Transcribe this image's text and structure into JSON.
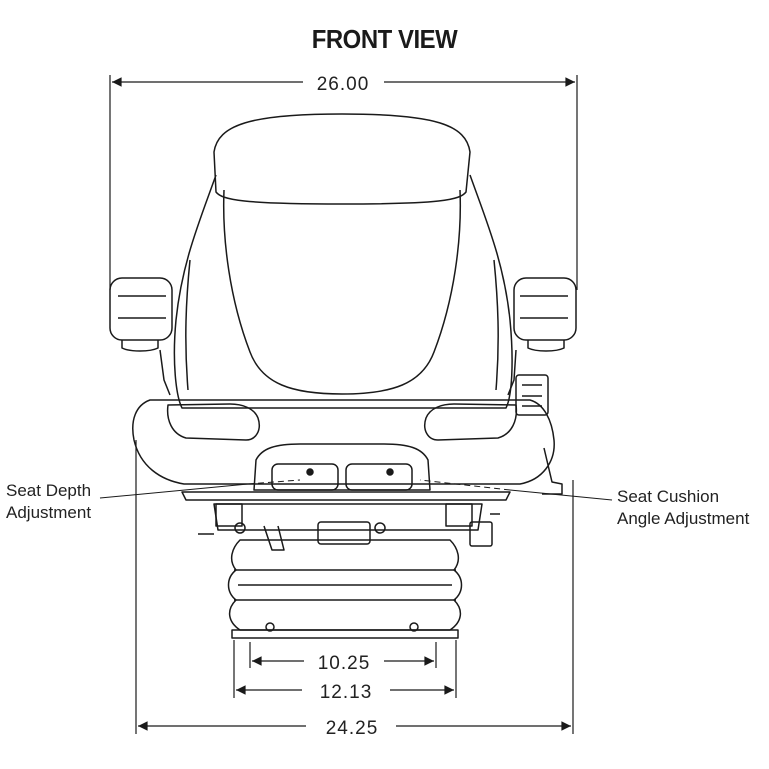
{
  "title": "FRONT VIEW",
  "dimensions": {
    "overall_width": "26.00",
    "base_width": "24.25",
    "mount_outer": "12.13",
    "mount_inner": "10.25"
  },
  "callouts": {
    "seat_depth": [
      "Seat Depth",
      "Adjustment"
    ],
    "seat_cushion": [
      "Seat Cushion",
      "Angle Adjustment"
    ]
  },
  "colors": {
    "line": "#1a1a1a",
    "background": "#ffffff"
  }
}
